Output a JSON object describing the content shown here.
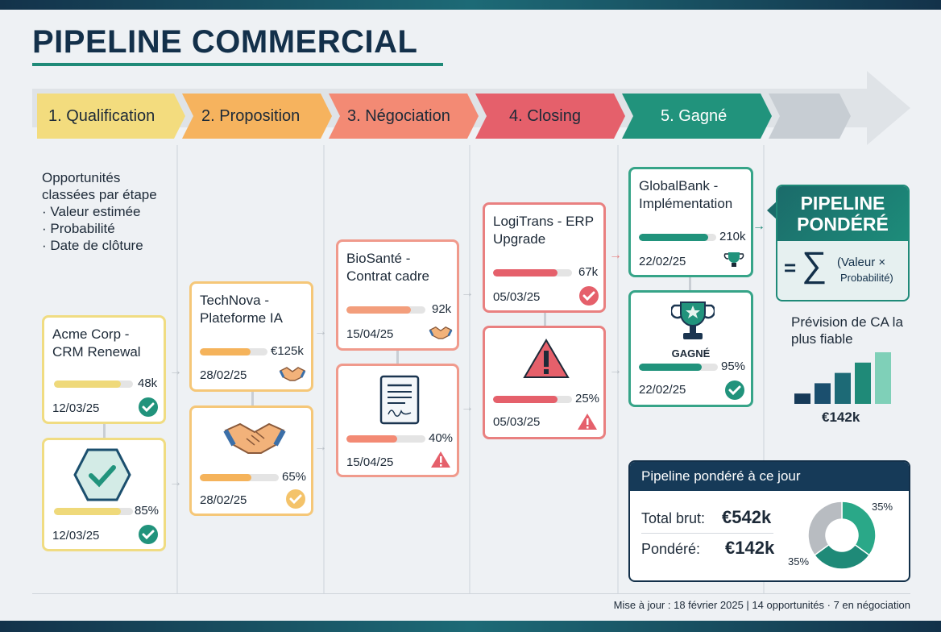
{
  "title": "PIPELINE COMMERCIAL",
  "stages": [
    "1. Qualification",
    "2. Proposition",
    "3. Négociation",
    "4. Closing",
    "5. Gagné"
  ],
  "intro": {
    "heading": "Opportunités classées par étape",
    "items": [
      "· Valeur estimée",
      "· Probabilité",
      "· Date de clôture"
    ]
  },
  "cards": {
    "acme": {
      "title": "Acme Corp - CRM Renewal",
      "value": "48k",
      "date": "12/03/25",
      "fill": 0.85
    },
    "acme_prob": {
      "value": "85%",
      "date": "12/03/25",
      "fill": 0.85
    },
    "technova": {
      "title": "TechNova - Plateforme IA",
      "value": "€125k",
      "date": "28/02/25",
      "fill": 0.75
    },
    "technova_prob": {
      "value": "65%",
      "date": "28/02/25",
      "fill": 0.65
    },
    "biosante": {
      "title": "BioSanté - Contrat cadre",
      "value": "92k",
      "date": "15/04/25",
      "fill": 0.82
    },
    "biosante_prob": {
      "value": "40%",
      "date": "15/04/25",
      "fill": 0.64
    },
    "logitrans": {
      "title": "LogiTrans - ERP Upgrade",
      "value": "67k",
      "date": "05/03/25",
      "fill": 0.82
    },
    "logitrans_prob": {
      "value": "25%",
      "date": "05/03/25",
      "fill": 0.82
    },
    "globalbank": {
      "title": "GlobalBank - Implémentation",
      "value": "210k",
      "date": "22/02/25",
      "fill": 0.9
    },
    "globalbank_won": {
      "label": "GAGNÉ",
      "value": "95%",
      "date": "22/02/25",
      "fill": 0.8
    }
  },
  "weighted": {
    "title": "PIPELINE PONDÉRÉ",
    "formula_eq": "=",
    "formula_sigma": "∑",
    "formula_line1": "(Valeur ×",
    "formula_line2": "Probabilité)",
    "forecast": "Prévision de CA la plus fiable",
    "chart_value": "€142k"
  },
  "chart_data": {
    "type": "bar",
    "values": [
      1,
      2,
      3,
      4,
      5
    ],
    "colors": [
      "#163a58",
      "#1b4f6e",
      "#1d6a76",
      "#1f8a78",
      "#7fd0b8"
    ]
  },
  "summary": {
    "title": "Pipeline pondéré à ce jour",
    "gross_label": "Total brut:",
    "gross_value": "€542k",
    "weighted_label": "Pondéré:",
    "weighted_value": "€142k",
    "donut_label_top": "35%",
    "donut_label_bottom": "35%",
    "donut_segments": [
      {
        "fraction": 0.35,
        "color": "#2aa888"
      },
      {
        "fraction": 0.3,
        "color": "#1f8a78"
      },
      {
        "fraction": 0.35,
        "color": "#b8bcc1"
      }
    ]
  },
  "footer": "Mise à jour : 18 février 2025 | 14 opportunités · 7 en négociation",
  "colors": {
    "qualification": "#f3dc7e",
    "proposition": "#f6b35e",
    "negociation": "#f38a74",
    "closing": "#e5606b",
    "gagne": "#21937c",
    "accent": "#1f8a78",
    "danger": "#e5606b"
  }
}
